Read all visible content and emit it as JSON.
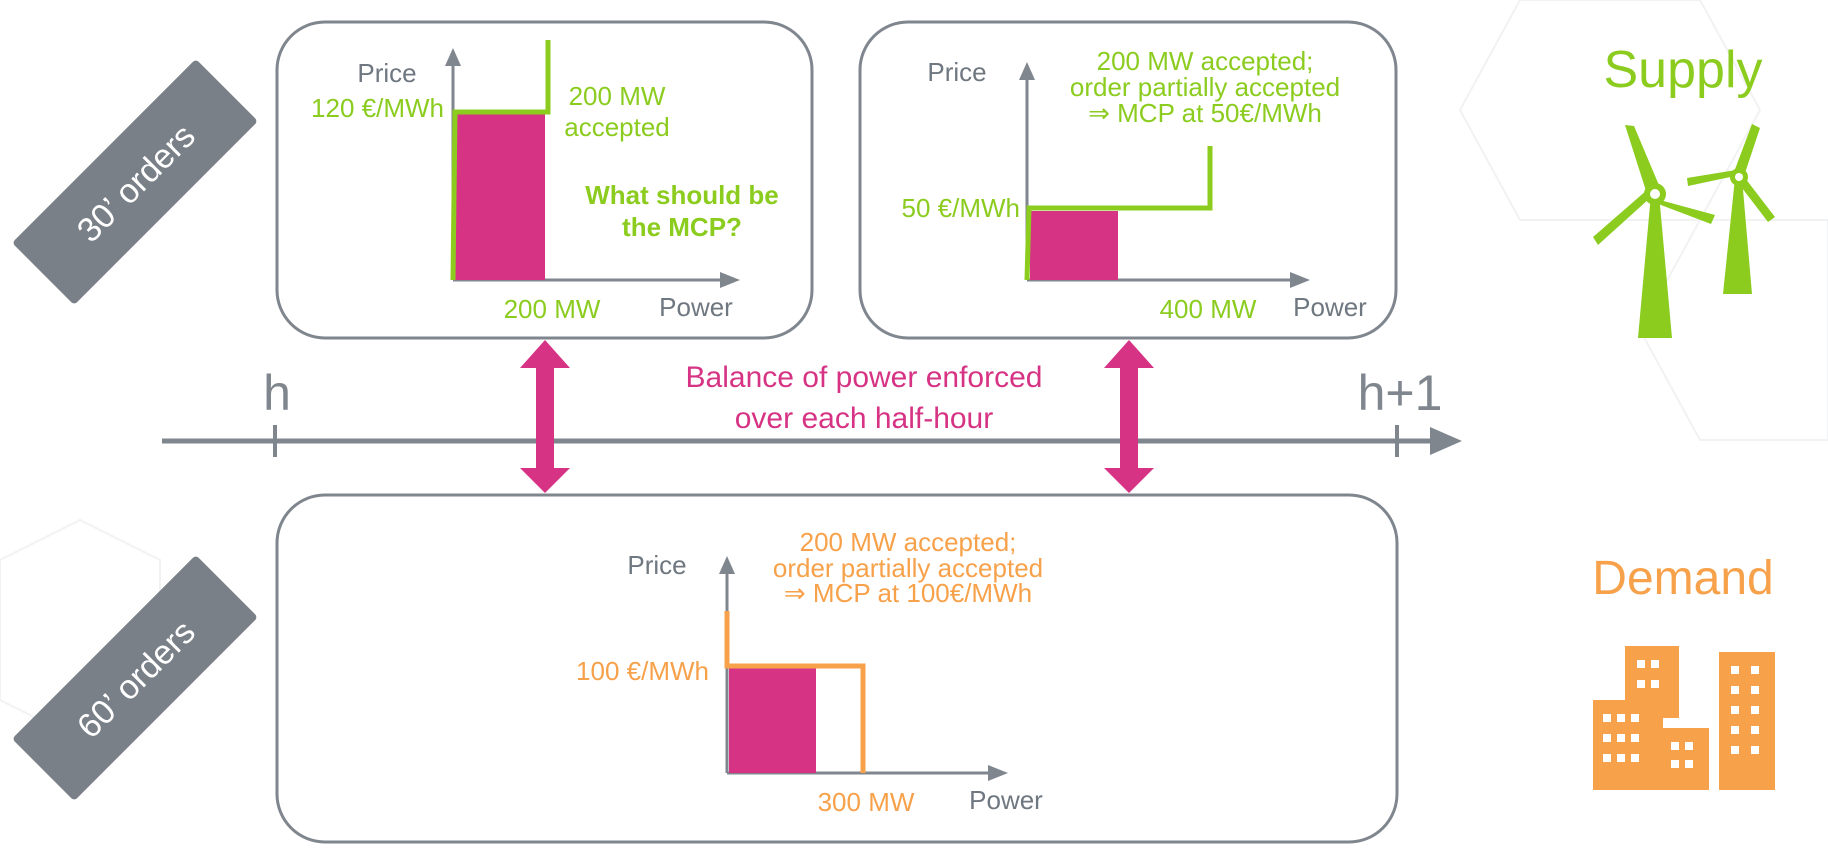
{
  "colors": {
    "gray": "#7f868e",
    "label_gray": "#6f7780",
    "green": "#8bcc1f",
    "magenta": "#d63384",
    "orange": "#f7a14a",
    "band": "#7a8088",
    "white": "#ffffff"
  },
  "bands": {
    "thirty": "30’ orders",
    "sixty": "60’ orders"
  },
  "timeline": {
    "start": "h",
    "end": "h+1",
    "message_line1": "Balance of power enforced",
    "message_line2": "over each half-hour"
  },
  "panel_a": {
    "price_label": "Price",
    "power_label": "Power",
    "price_value": "120 €/MWh",
    "power_value": "200 MW",
    "note_line1": "200 MW",
    "note_line2": "accepted",
    "question_line1": "What should be",
    "question_line2": "the MCP?"
  },
  "panel_b": {
    "price_label": "Price",
    "power_label": "Power",
    "price_value": "50 €/MWh",
    "power_value": "400 MW",
    "note_line1": "200 MW accepted;",
    "note_line2": "order partially accepted",
    "note_line3": "⇒ MCP at 50€/MWh"
  },
  "panel_c": {
    "price_label": "Price",
    "power_label": "Power",
    "price_value": "100 €/MWh",
    "power_value": "300 MW",
    "note_line1": "200 MW accepted;",
    "note_line2": "order partially accepted",
    "note_line3": "⇒ MCP at 100€/MWh"
  },
  "legend": {
    "supply": "Supply",
    "demand": "Demand",
    "supply_icon": "wind-turbine-icon",
    "demand_icon": "buildings-icon"
  }
}
